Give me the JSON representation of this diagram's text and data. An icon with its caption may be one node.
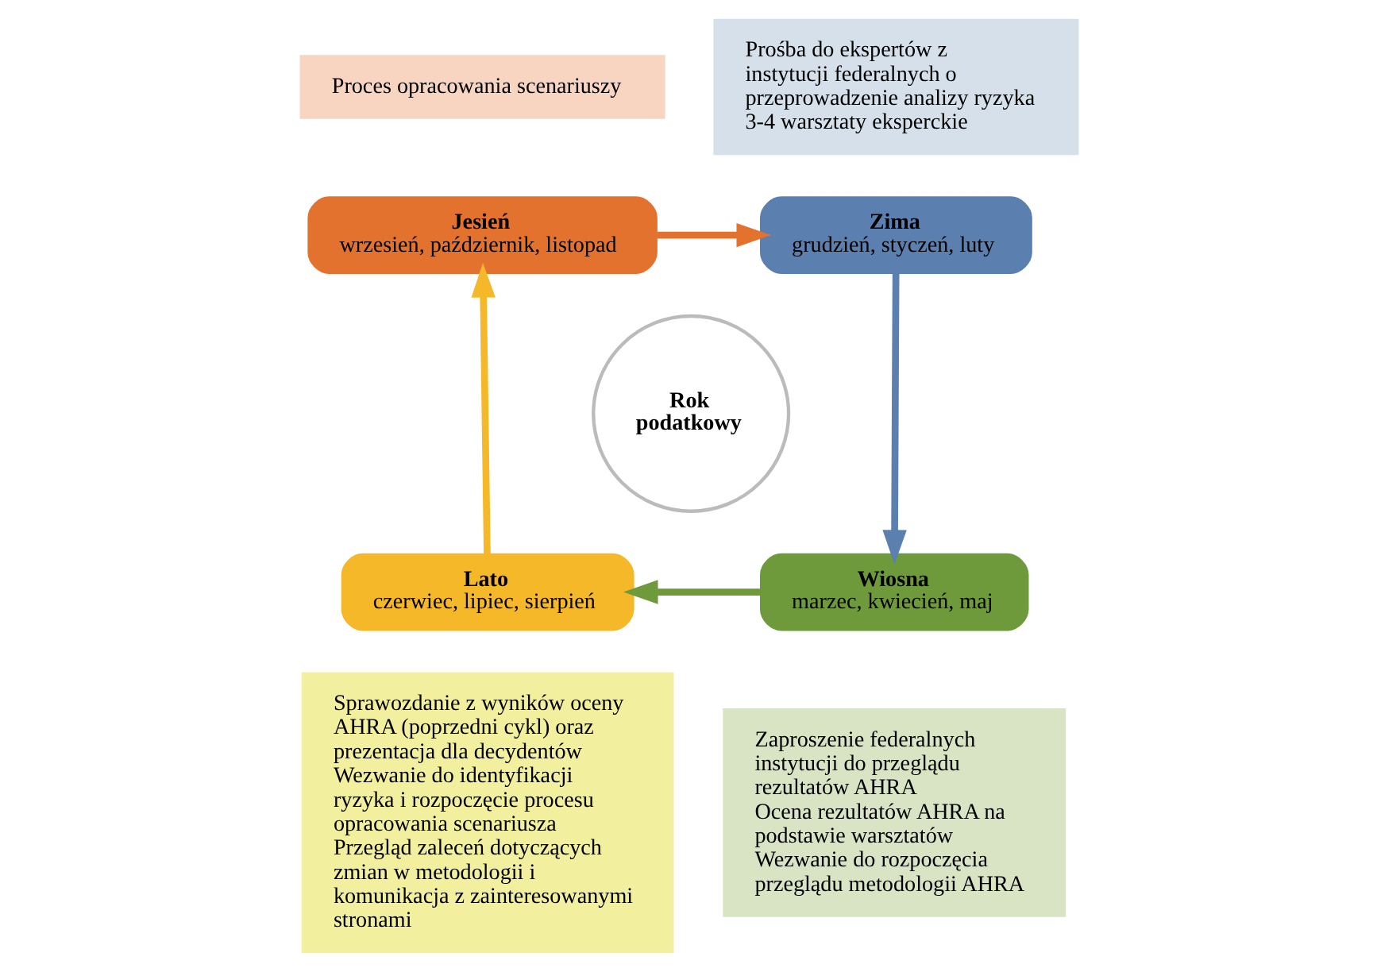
{
  "diagram": {
    "nodes": [
      {
        "text": [
          "Proces opracowania scenariuszy"
        ]
      },
      {
        "text": [
          "Prośba do ekspertów z instytucji federalnych o przeprowadzenie analizy ryzyka",
          "3-4 warsztaty eksperckie"
        ]
      },
      {
        "text": [
          "Zaproszenie federalnych instytucji do przeglądu rezultatów AHRA",
          "Ocena rezultatów AHRA na podstawie warsztatów",
          "Wezwanie do rozpoczęcia przeglądu metodologii AHRA"
        ]
      },
      {
        "text": [
          "Sprawozdanie z wyników oceny AHRA (poprzedni cykl) oraz prezentacja dla decydentów",
          "Wezwanie do identyfikacji ryzyka i rozpoczęcie procesu opracowania scenariusza",
          "Przegląd zaleceń dotyczących zmian w metodologii i komunikacja z zainteresowanymi stronami"
        ]
      },
      {
        "text": [
          "Jesień",
          "wrzesień, październik, listopad"
        ]
      },
      {
        "text": [
          "Zima",
          "grudzień, styczeń, luty"
        ]
      },
      {
        "text": [
          "Wiosna",
          "marzec, kwiecień, maj"
        ]
      },
      {
        "text": [
          "Lato",
          "czerwiec, lipiec, sierpień"
        ]
      },
      {
        "text": [
          "Rok podatkowy"
        ]
      }
    ],
    "edges": [
      {
        "from": 4,
        "to": 5,
        "arrow": "to",
        "color": "#e2722e"
      },
      {
        "from": 5,
        "to": 6,
        "arrow": "to",
        "color": "#5b7fae"
      },
      {
        "from": 6,
        "to": 7,
        "arrow": "to",
        "color": "#6f9a3c"
      },
      {
        "from": 7,
        "to": 4,
        "arrow": "to",
        "color": "#f5b829"
      }
    ]
  }
}
